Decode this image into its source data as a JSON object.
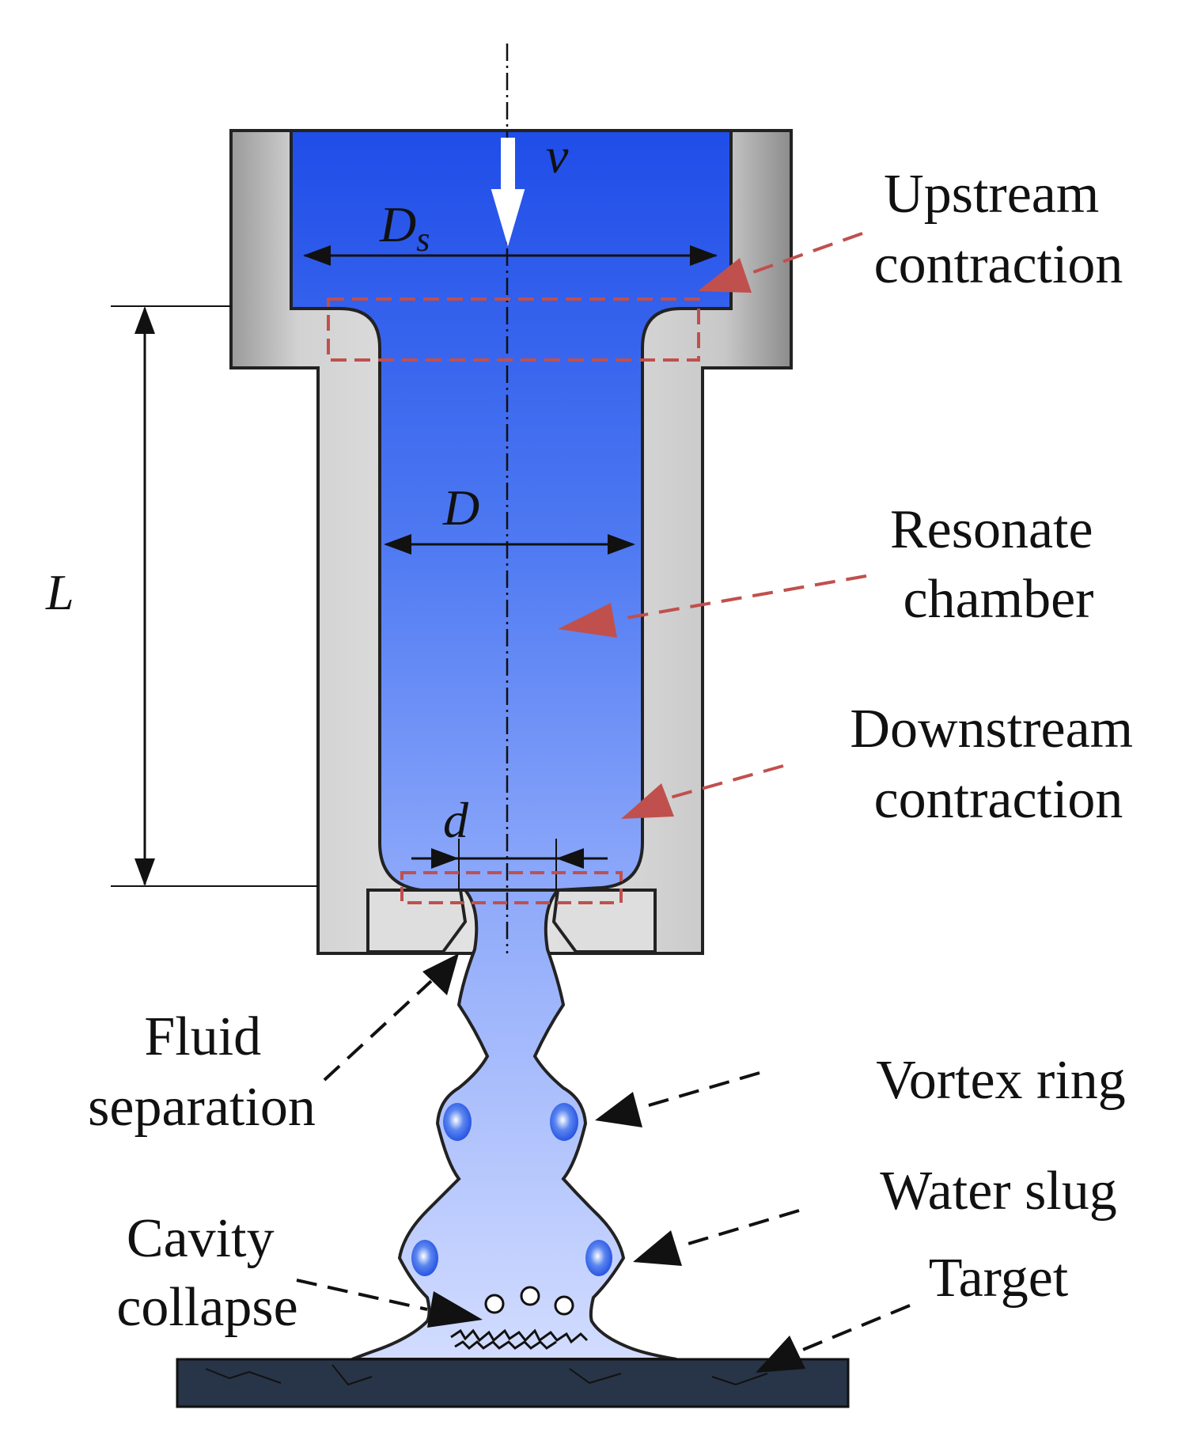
{
  "symbols": {
    "velocity": "v",
    "upstream_diameter": "D",
    "upstream_diameter_subscript": "s",
    "chamber_diameter": "D",
    "outlet_diameter": "d",
    "chamber_length": "L"
  },
  "labels": {
    "upstream_contraction": [
      "Upstream",
      "contraction"
    ],
    "resonate_chamber": [
      "Resonate",
      "chamber"
    ],
    "downstream_contraction": [
      "Downstream",
      "contraction"
    ],
    "fluid_separation": [
      "Fluid",
      "separation"
    ],
    "vortex_ring": [
      "Vortex ring"
    ],
    "water_slug": [
      "Water slug"
    ],
    "cavity_collapse": [
      "Cavity",
      "collapse"
    ],
    "target": [
      "Target"
    ]
  },
  "colors": {
    "fluid_dark": "#1f4de8",
    "fluid_light": "#c6d2ff",
    "nozzle_body": "#c8c8c8",
    "nozzle_edge": "#8a8a8a",
    "highlight_box": "#c0504d",
    "target": "#283447",
    "vortex": "#2a5ee0"
  }
}
